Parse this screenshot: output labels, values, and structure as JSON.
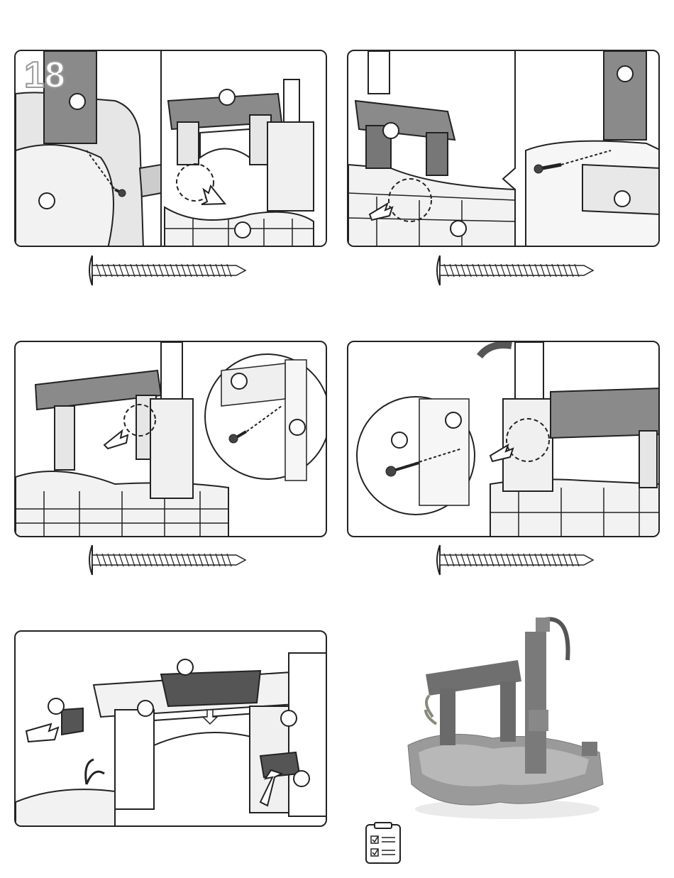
{
  "page": {
    "step_number": "18"
  },
  "panels": [
    {
      "id": "a",
      "callouts": [
        "",
        "",
        "",
        ""
      ]
    },
    {
      "id": "b",
      "callouts": [
        "",
        "",
        "",
        ""
      ]
    },
    {
      "id": "c",
      "callouts": [
        "",
        ""
      ]
    },
    {
      "id": "d",
      "callouts": [
        "",
        ""
      ]
    },
    {
      "id": "e",
      "callouts": [
        "",
        "",
        "",
        ""
      ]
    }
  ],
  "icons": {
    "screw": "screw-icon",
    "checklist": "checklist-icon",
    "arrow": "arrow-icon"
  },
  "colors": {
    "line": "#222222",
    "part_gray": "#8a8a8a",
    "part_dark": "#555555",
    "part_light": "#d9d9d9"
  }
}
